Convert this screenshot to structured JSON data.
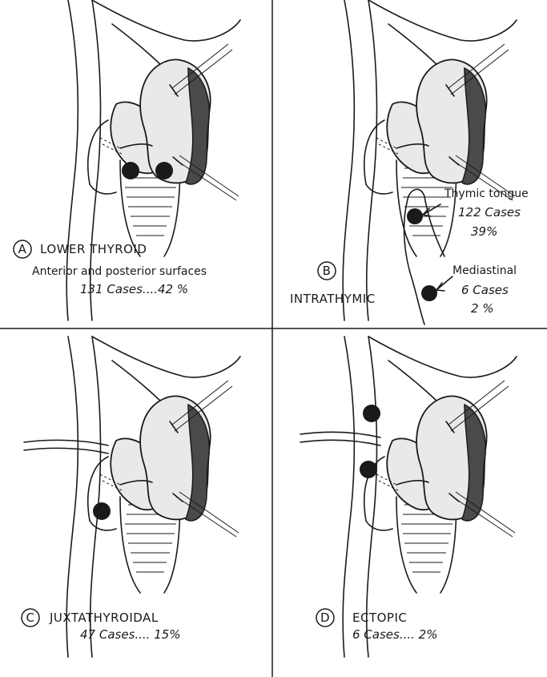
{
  "panels": [
    {
      "letter": "A",
      "title": "LOWER THYROID",
      "subtitle": "Anterior and posterior surfaces",
      "stats": "131 Cases....42 %"
    },
    {
      "letter": "B",
      "title": "INTRATHYMIC",
      "annotations": [
        {
          "label": "Thymic tongue",
          "count": "122 Cases",
          "pct": "39%"
        },
        {
          "label": "Mediastinal",
          "count": "6 Cases",
          "pct": "2 %"
        }
      ]
    },
    {
      "letter": "C",
      "title": "JUXTATHYROIDAL",
      "stats": "47 Cases.... 15%"
    },
    {
      "letter": "D",
      "title": "ECTOPIC",
      "stats": "6 Cases.... 2%"
    }
  ]
}
